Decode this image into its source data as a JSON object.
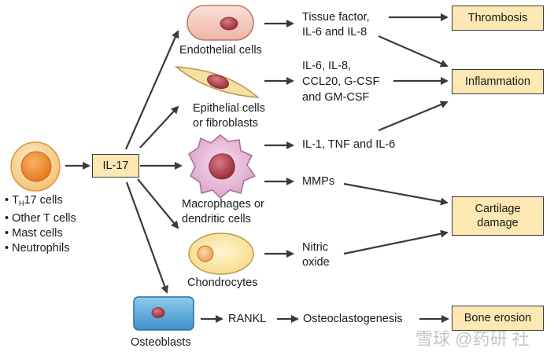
{
  "source_cells": {
    "th17_prefix": "T",
    "th17_subscript": "H",
    "th17_suffix": "17 cells",
    "other_t": "Other T cells",
    "mast": "Mast cells",
    "neutrophils": "Neutrophils"
  },
  "cytokine": "IL-17",
  "target_cells": {
    "endothelial": "Endothelial cells",
    "epithelial_line1": "Epithelial cells",
    "epithelial_line2": "or fibroblasts",
    "macrophages_line1": "Macrophages or",
    "macrophages_line2": "dendritic cells",
    "chondrocytes": "Chondrocytes",
    "osteoblasts": "Osteoblasts"
  },
  "mediators": {
    "tissue_factor_line1": "Tissue factor,",
    "tissue_factor_line2": "IL-6 and IL-8",
    "epithelial_line1": "IL-6, IL-8,",
    "epithelial_line2": "CCL20, G-CSF",
    "epithelial_line3": "and GM-CSF",
    "macrophage": "IL-1, TNF and IL-6",
    "mmps": "MMPs",
    "nitric_line1": "Nitric",
    "nitric_line2": "oxide",
    "rankl": "RANKL",
    "osteoclastogenesis": "Osteoclastogenesis"
  },
  "outcomes": {
    "thrombosis": "Thrombosis",
    "inflammation": "Inflammation",
    "cartilage_line1": "Cartilage",
    "cartilage_line2": "damage",
    "bone_erosion": "Bone erosion"
  },
  "watermark": "雪球 @药研 社",
  "colors": {
    "outcome_box_fill": "#fde7b2",
    "arrow": "#3a3a3a",
    "endothelial_fill": "#f2c5b8",
    "epithelial_fill": "#f6dfa2",
    "macrophage_fill": "#e8b8d8",
    "chondrocyte_fill": "#fbeab0",
    "osteoblast_fill": "#5aaad6",
    "nucleus_fill": "#a8434d",
    "th17_outer": "#f7c46a",
    "th17_inner": "#ee8a2c"
  }
}
